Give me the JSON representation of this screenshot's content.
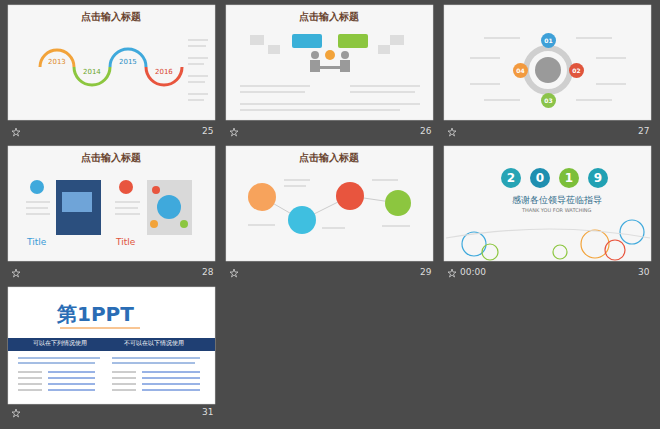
{
  "diagram": {
    "nodes": [
      {
        "text": [
          "01"
        ]
      },
      {
        "text": [
          "02"
        ]
      },
      {
        "text": [
          "03"
        ]
      },
      {
        "text": [
          "04"
        ]
      },
      {
        "text": [
          "2"
        ]
      },
      {
        "text": [
          "0"
        ]
      },
      {
        "text": [
          "1"
        ]
      },
      {
        "text": [
          "9"
        ]
      }
    ],
    "labels": [
      "点击输入标题",
      "点击输入标题",
      "点击输入标题",
      "点击输入标题",
      "2013",
      "2014",
      "2015",
      "2016",
      "Title",
      "Title",
      "感谢各位领导莅临指导",
      "THANK YOU FOR WATCHING",
      "第1PPT",
      "可以在下列情况使用",
      "不可以在以下情况使用",
      "25",
      "26",
      "27",
      "28",
      "29",
      "30",
      "31",
      "00:00"
    ]
  }
}
